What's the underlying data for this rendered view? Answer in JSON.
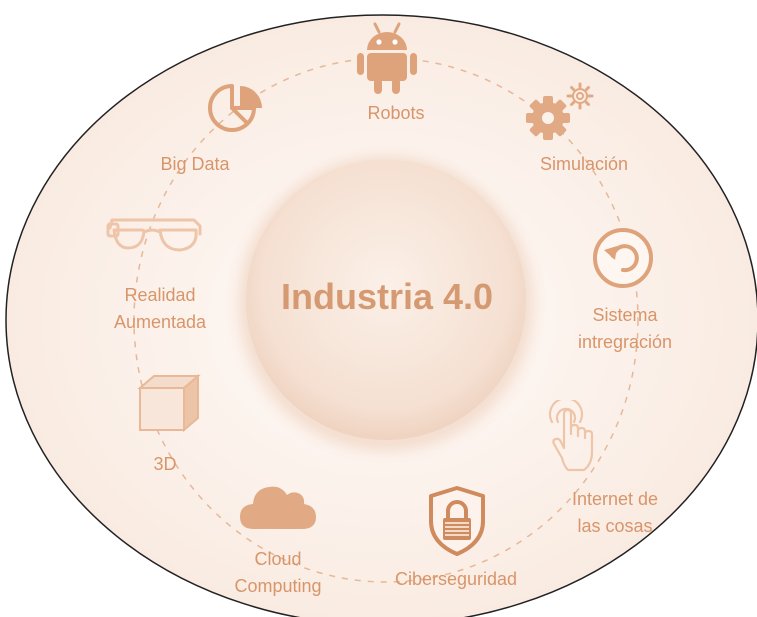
{
  "diagram": {
    "title": "Industria 4.0",
    "nodes": [
      {
        "id": "robots",
        "label_lines": [
          "Robots"
        ],
        "icon": "android-robot-icon"
      },
      {
        "id": "simulacion",
        "label_lines": [
          "Simulación"
        ],
        "icon": "gears-icon"
      },
      {
        "id": "sistema",
        "label_lines": [
          "Sistema",
          "intregración"
        ],
        "icon": "circular-undo-arrow-icon"
      },
      {
        "id": "iot",
        "label_lines": [
          "Internet de",
          "las cosas"
        ],
        "icon": "touch-hand-icon"
      },
      {
        "id": "ciber",
        "label_lines": [
          "Ciberseguridad"
        ],
        "icon": "padlock-shield-icon"
      },
      {
        "id": "cloud",
        "label_lines": [
          "Cloud",
          "Computing"
        ],
        "icon": "cloud-icon"
      },
      {
        "id": "3d",
        "label_lines": [
          "3D"
        ],
        "icon": "cube-icon"
      },
      {
        "id": "ar",
        "label_lines": [
          "Realidad",
          "Aumentada"
        ],
        "icon": "smart-glasses-icon"
      },
      {
        "id": "bigdata",
        "label_lines": [
          "Big Data"
        ],
        "icon": "pie-chart-icon"
      }
    ]
  },
  "colors": {
    "accent": "#d9956a",
    "icon_fill": "#e2aa84",
    "icon_light": "#eec5a8",
    "outer_ring": "#fbf1eb",
    "inner_circle": "#f6e3d6",
    "border": "#222222"
  }
}
